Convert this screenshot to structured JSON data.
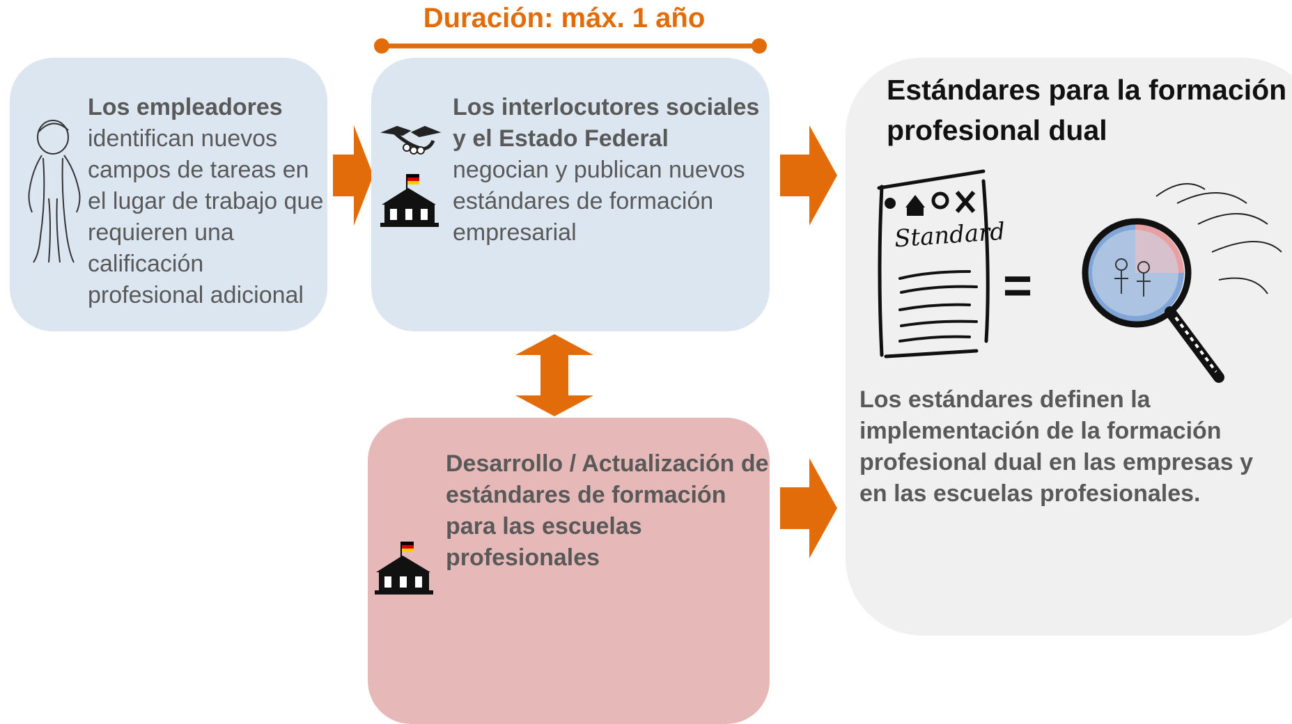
{
  "duration": {
    "label": "Duración: máx. 1 año"
  },
  "box_employers": {
    "bold": "Los empleadores",
    "text": "identifican nuevos campos de tareas en el lugar de trabajo que requieren una calificación profesional adicional",
    "icon": "person-sketch-icon"
  },
  "box_partners": {
    "bold": "Los interlocutores sociales y el Estado Federal",
    "text": "negocian y publican nuevos estándares de formación empresarial",
    "icons": [
      "handshake-icon",
      "government-building-icon"
    ]
  },
  "box_schools": {
    "text": "Desarrollo / Actualización de estándares de formación para las escuelas profesionales",
    "icon": "government-building-icon"
  },
  "standards": {
    "title": "Estándares para la formación profesional dual",
    "doc_label": "Standard",
    "equals": "=",
    "description": "Los estándares definen la implementación de la formación profesional dual en las empresas y en las escuelas profesionales."
  },
  "colors": {
    "accent": "#e36c0a",
    "blue_box": "#dce6f1",
    "pink_box": "#e6b8b8",
    "gray_box": "#f0f0f0",
    "text": "#595959"
  }
}
